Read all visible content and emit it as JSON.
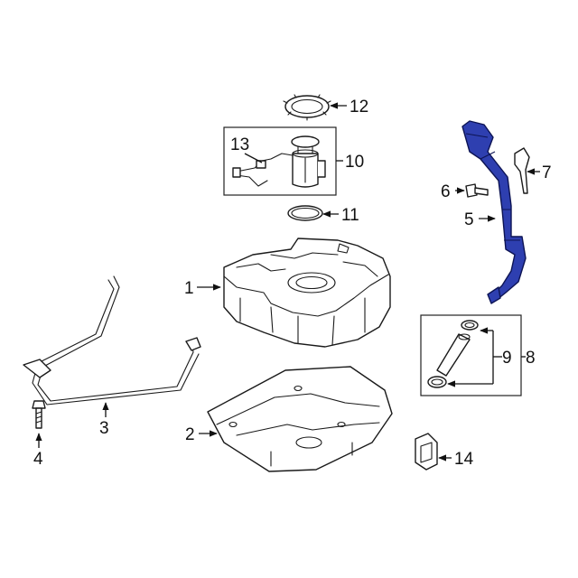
{
  "callouts": {
    "c1": "1",
    "c2": "2",
    "c3": "3",
    "c4": "4",
    "c5": "5",
    "c6": "6",
    "c7": "7",
    "c8": "8",
    "c9": "9",
    "c10": "10",
    "c11": "11",
    "c12": "12",
    "c13": "13",
    "c14": "14"
  },
  "colors": {
    "highlight_part": "#2e3fb0",
    "line": "#1a1a1a",
    "background": "#ffffff"
  }
}
